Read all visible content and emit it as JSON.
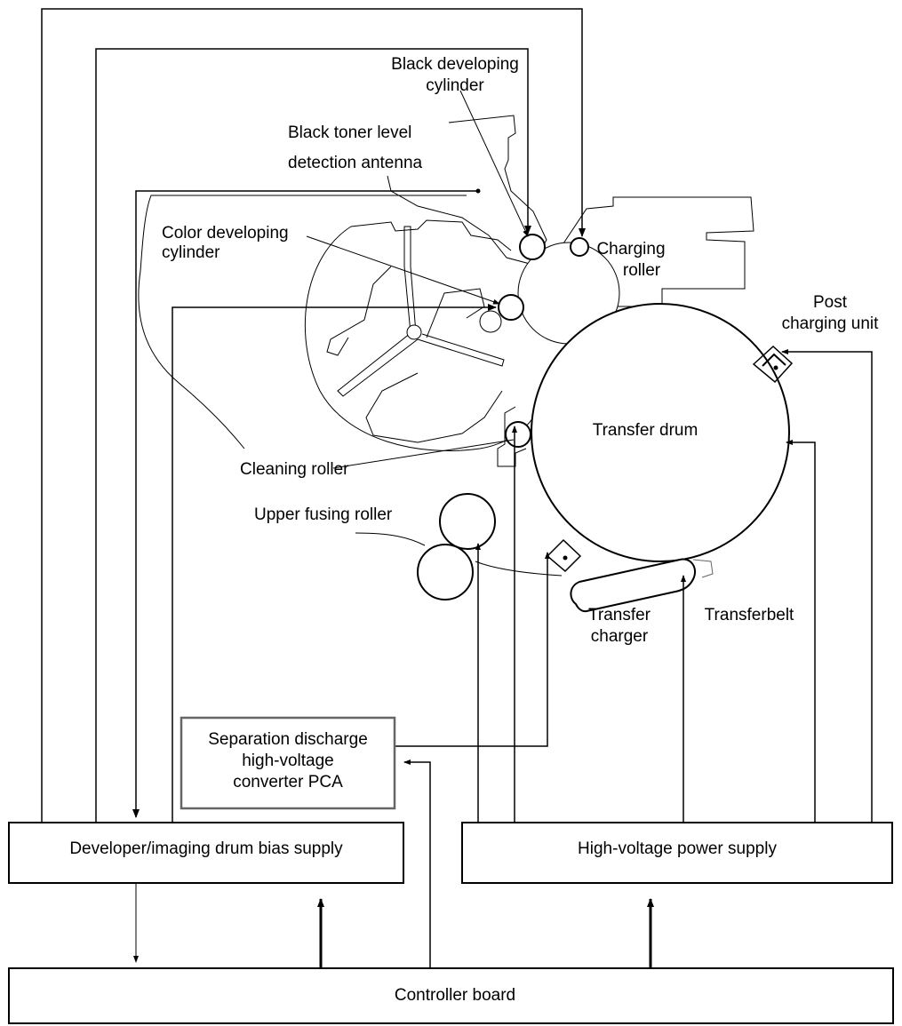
{
  "labels": {
    "black_developing_cylinder": [
      "Black developing",
      "cylinder"
    ],
    "black_toner_antenna": [
      "Black toner level",
      "detection antenna"
    ],
    "color_developing_cylinder": [
      "Color developing",
      "cylinder"
    ],
    "charging_roller": [
      "Charging",
      "roller"
    ],
    "post_charging_unit": [
      "Post",
      "charging unit"
    ],
    "transfer_drum": "Transfer drum",
    "cleaning_roller": "Cleaning roller",
    "upper_fusing_roller": "Upper fusing roller",
    "transfer_charger": [
      "Transfer",
      "charger"
    ],
    "transfer_belt": "Transferbelt",
    "separation_pca": [
      "Separation discharge",
      "high-voltage",
      "converter PCA"
    ],
    "developer_supply": "Developer/imaging drum bias supply",
    "hv_power_supply": "High-voltage power supply",
    "controller_board": "Controller board"
  },
  "colors": {
    "line": "#000000",
    "pca_border": "#666666"
  }
}
